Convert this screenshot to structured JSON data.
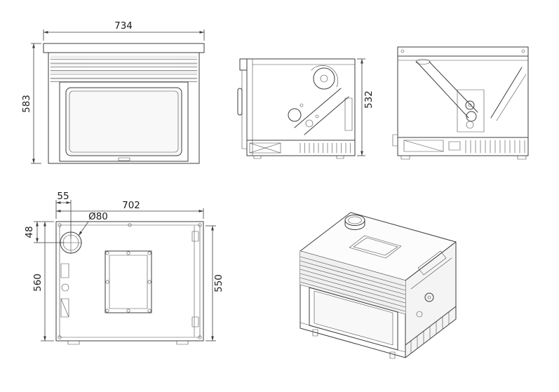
{
  "diagram": {
    "front": {
      "width": "734",
      "height": "583"
    },
    "side": {
      "height": "532"
    },
    "plan": {
      "flue_offset": "55",
      "width": "702",
      "flue_diameter": "Ø80",
      "flue_depth": "48",
      "depth_left": "560",
      "depth_right": "550"
    }
  },
  "colors": {
    "line": "#3c3c3c",
    "text": "#1a1a1a",
    "background": "#ffffff"
  }
}
